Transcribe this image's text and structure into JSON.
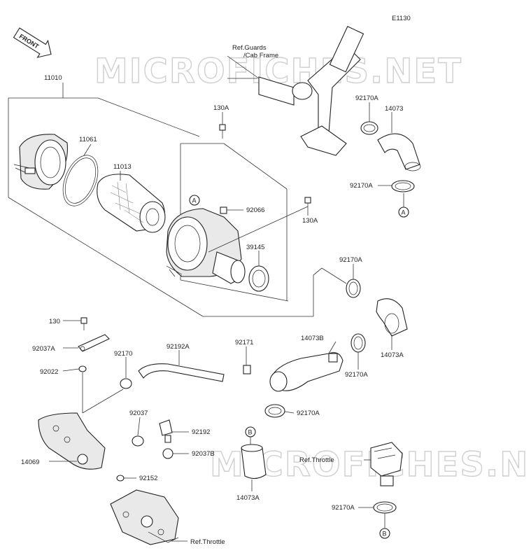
{
  "diagram_code": "E1130",
  "front_label": "FRONT",
  "watermark": "MICROFICHES.NET",
  "refs": {
    "guards": "Ref.Guards",
    "cab_frame": "/Cab Frame",
    "throttle_upper": "Ref.Throttle",
    "throttle_lower": "Ref.Throttle"
  },
  "callouts": {
    "A": "A",
    "B": "B"
  },
  "part_numbers": {
    "p11010": "11010",
    "p11061": "11061",
    "p11013": "11013",
    "p130A_top": "130A",
    "p130A_right": "130A",
    "p92066": "92066",
    "p39145": "39145",
    "p92170A_1": "92170A",
    "p14073": "14073",
    "p92170A_2": "92170A",
    "p92170A_3": "92170A",
    "p14073B": "14073B",
    "p14073A_1": "14073A",
    "p92170A_4": "92170A",
    "p130": "130",
    "p92037A": "92037A",
    "p92022": "92022",
    "p92170": "92170",
    "p92192A": "92192A",
    "p92171": "92171",
    "p92170A_5": "92170A",
    "p92037": "92037",
    "p92192": "92192",
    "p92037B": "92037B",
    "p14069": "14069",
    "p92152": "92152",
    "p14073A_2": "14073A",
    "p92170A_6": "92170A"
  }
}
